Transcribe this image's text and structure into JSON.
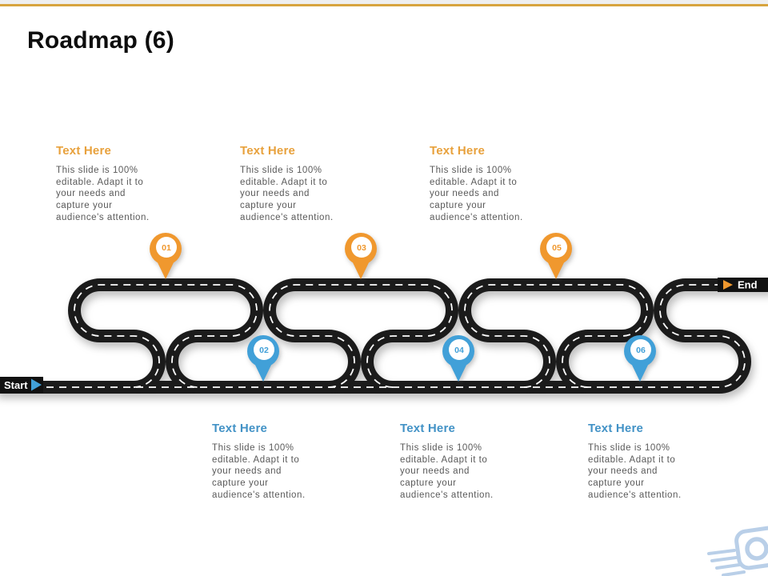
{
  "slide": {
    "title": "Roadmap (6)"
  },
  "colors": {
    "accent_line": "#D7A43E",
    "road": "#1b1b1b",
    "orange": "#F0982E",
    "blue": "#41A0D8",
    "heading_orange": "#E8A13C",
    "heading_blue": "#4292C6",
    "body_text": "#595959",
    "logo_blue": "#b9cfe8"
  },
  "road": {
    "start_label": "Start",
    "end_label": "End"
  },
  "milestones": [
    {
      "id": "01",
      "color": "orange",
      "row": "top"
    },
    {
      "id": "02",
      "color": "blue",
      "row": "bottom"
    },
    {
      "id": "03",
      "color": "orange",
      "row": "top"
    },
    {
      "id": "04",
      "color": "blue",
      "row": "bottom"
    },
    {
      "id": "05",
      "color": "orange",
      "row": "top"
    },
    {
      "id": "06",
      "color": "blue",
      "row": "bottom"
    }
  ],
  "cards": {
    "top": [
      {
        "heading": "Text Here",
        "body": "This slide is 100%\neditable. Adapt it to\nyour needs and\ncapture your\naudience's attention."
      },
      {
        "heading": "Text Here",
        "body": "This slide is 100%\neditable. Adapt it to\nyour needs and\ncapture your\naudience's attention."
      },
      {
        "heading": "Text Here",
        "body": "This slide is 100%\neditable. Adapt it to\nyour needs and\ncapture your\naudience's attention."
      }
    ],
    "bottom": [
      {
        "heading": "Text Here",
        "body": "This slide is 100%\neditable. Adapt it to\nyour needs and\ncapture your\naudience's attention."
      },
      {
        "heading": "Text Here",
        "body": "This slide is 100%\neditable. Adapt it to\nyour needs and\ncapture your\naudience's attention."
      },
      {
        "heading": "Text Here",
        "body": "This slide is 100%\neditable. Adapt it to\nyour needs and\ncapture your\naudience's attention."
      }
    ]
  },
  "logo": {
    "name": "camera-speed-logo"
  }
}
